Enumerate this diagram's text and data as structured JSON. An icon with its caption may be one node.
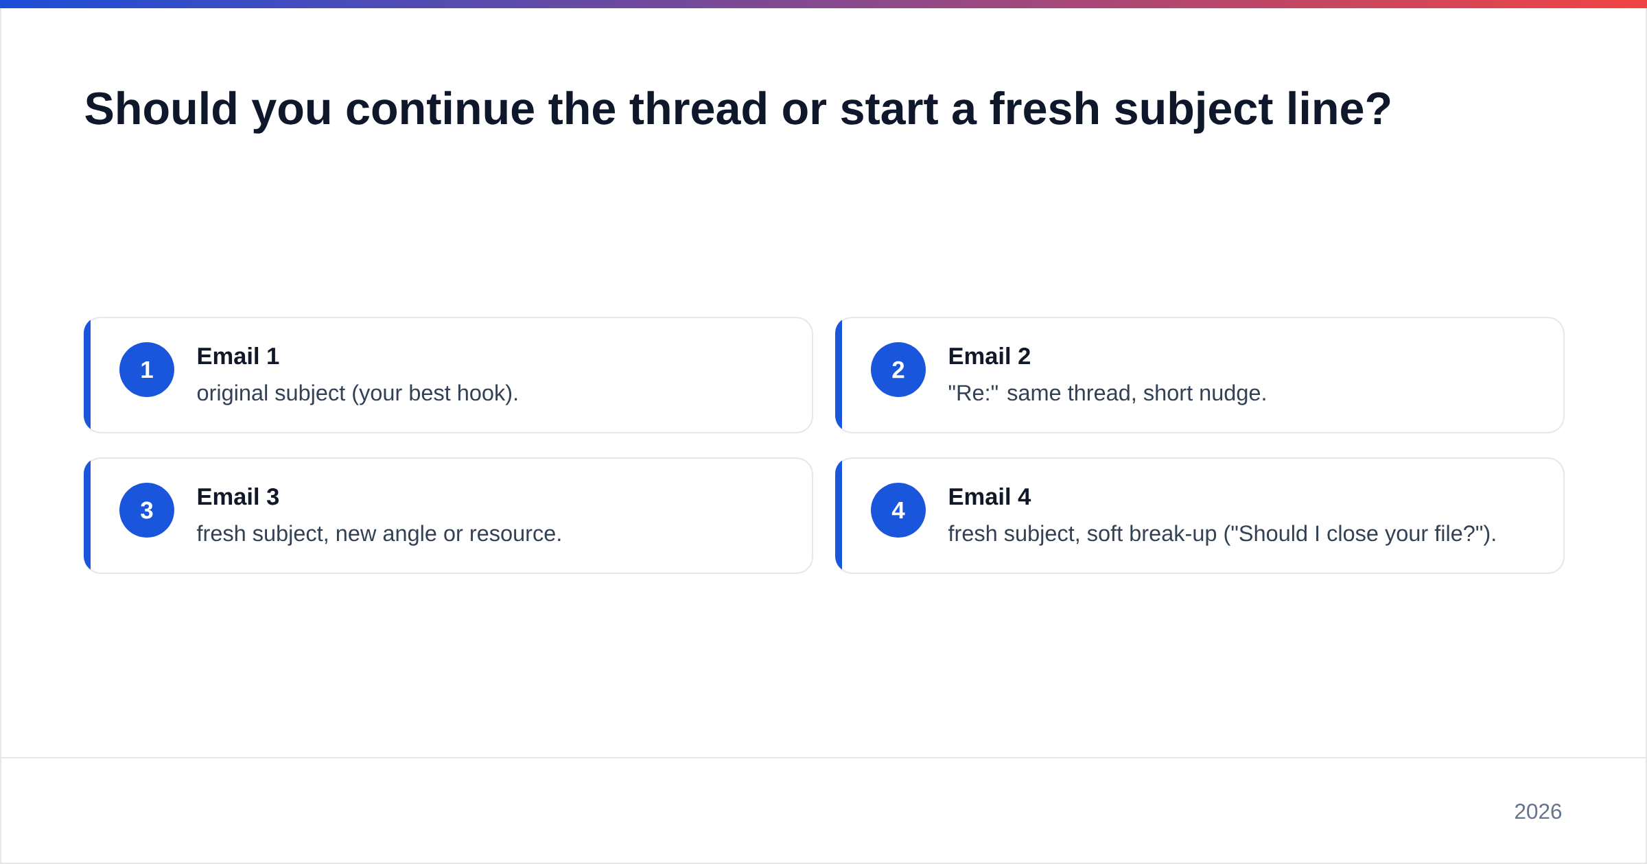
{
  "diagram": {
    "title": "Should you continue the thread or start a fresh subject line?",
    "nodes": [
      {
        "text": [
          "Email 1",
          "original subject (your best hook)."
        ]
      },
      {
        "text": [
          "1"
        ],
        "in": 0
      },
      {
        "text": [
          "Email 2",
          "\"Re:\" same thread, short nudge."
        ]
      },
      {
        "text": [
          "2"
        ],
        "in": 2
      },
      {
        "text": [
          "Email 3",
          "fresh subject, new angle or resource."
        ]
      },
      {
        "text": [
          "3"
        ],
        "in": 4
      },
      {
        "text": [
          "Email 4",
          "fresh subject, soft break-up (\"Should I close your file?\")."
        ]
      },
      {
        "text": [
          "4"
        ],
        "in": 6
      }
    ],
    "labels": [
      "2026"
    ]
  }
}
